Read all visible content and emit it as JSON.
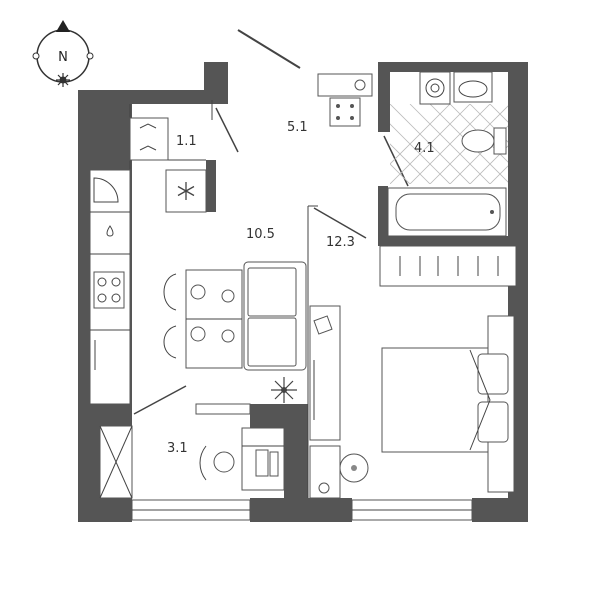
{
  "compass": {
    "label": "N"
  },
  "rooms": [
    {
      "id": "wardrobe",
      "area": "1.1"
    },
    {
      "id": "hall",
      "area": "5.1"
    },
    {
      "id": "bathroom",
      "area": "4.1"
    },
    {
      "id": "kitchen",
      "area": "10.5"
    },
    {
      "id": "bedroom",
      "area": "12.3"
    },
    {
      "id": "balcony",
      "area": "3.1"
    }
  ],
  "colors": {
    "wall": "#555555",
    "line": "#444444",
    "background": "#ffffff"
  }
}
